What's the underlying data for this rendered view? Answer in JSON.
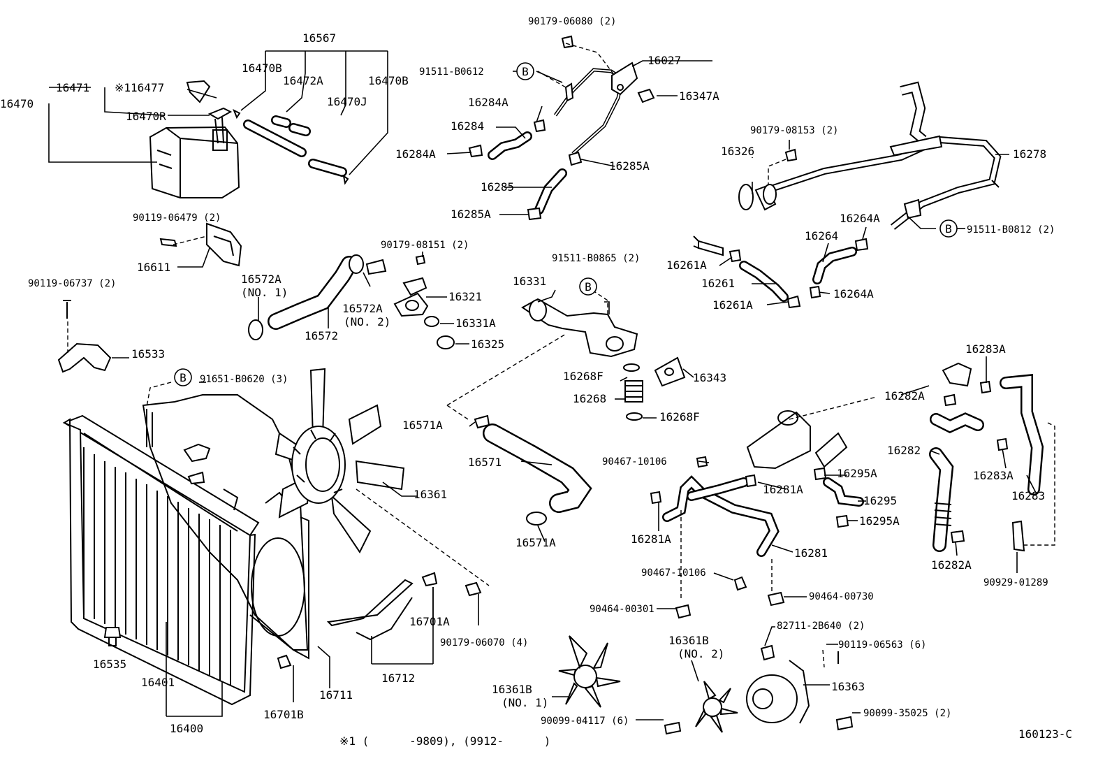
{
  "labels": {
    "p16567": "16567",
    "p16470B_a": "16470B",
    "p16472A": "16472A",
    "p16470B_b": "16470B",
    "p16470J": "16470J",
    "p16470": "16470",
    "p16471": "16471",
    "p16477": "※116477",
    "p16470R": "16470R",
    "p90119_06479": "90119-06479 (2)",
    "p16611": "16611",
    "p90119_06737": "90119-06737 (2)",
    "p16533": "16533",
    "p91651_B0620": "91651-B0620 (3)",
    "p16535": "16535",
    "p16401": "16401",
    "p16400": "16400",
    "p16701B": "16701B",
    "p16711": "16711",
    "p16712": "16712",
    "p16701A": "16701A",
    "p90179_06070": "90179-06070 (4)",
    "p16361": "16361",
    "p16572A_1": "16572A",
    "p16572A_1b": "(NO. 1)",
    "p16572": "16572",
    "p16572A_2": "16572A",
    "p16572A_2b": "(NO. 2)",
    "p90179_08151": "90179-08151 (2)",
    "p16321": "16321",
    "p16331A": "16331A",
    "p16325": "16325",
    "p90179_06080": "90179-06080 (2)",
    "p91511_B0612": "91511-B0612",
    "p16027": "16027",
    "p16347A": "16347A",
    "p16284A_a": "16284A",
    "p16284": "16284",
    "p16284A_b": "16284A",
    "p16285A_a": "16285A",
    "p16285": "16285",
    "p16285A_b": "16285A",
    "p91511_B0865": "91511-B0865 (2)",
    "p16331": "16331",
    "p16268F_a": "16268F",
    "p16268": "16268",
    "p16268F_b": "16268F",
    "p16343": "16343",
    "p16571A_a": "16571A",
    "p16571": "16571",
    "p16571A_b": "16571A",
    "p90179_08153": "90179-08153 (2)",
    "p16326": "16326",
    "p16278": "16278",
    "p16264A_a": "16264A",
    "p91511_B0812": "91511-B0812 (2)",
    "p16264": "16264",
    "p16261A_a": "16261A",
    "p16261": "16261",
    "p16264A_b": "16264A",
    "p16261A_b": "16261A",
    "p16283A_a": "16283A",
    "p16282A_a": "16282A",
    "p16282": "16282",
    "p16283A_b": "16283A",
    "p16283": "16283",
    "p16282A_b": "16282A",
    "p90929_01289": "90929-01289",
    "p90467_10106_a": "90467-10106",
    "p16281A_a": "16281A",
    "p16295A_a": "16295A",
    "p16295": "16295",
    "p16295A_b": "16295A",
    "p16281A_b": "16281A",
    "p16281": "16281",
    "p90467_10106_b": "90467-10106",
    "p90464_00301": "90464-00301",
    "p90464_00730": "90464-00730",
    "p82711_2B640": "82711-2B640 (2)",
    "p90119_06563": "90119-06563 (6)",
    "p16361B_1": "16361B",
    "p16361B_1b": "(NO. 1)",
    "p16361B_2": "16361B",
    "p16361B_2b": "(NO. 2)",
    "p16363": "16363",
    "p90099_04117": "90099-04117 (6)",
    "p90099_35025": "90099-35025 (2)",
    "footnote": "※1 (      -9809), (9912-      )",
    "code": "160123-C",
    "b1": "B",
    "b2": "B",
    "b3": "B",
    "b4": "B"
  }
}
